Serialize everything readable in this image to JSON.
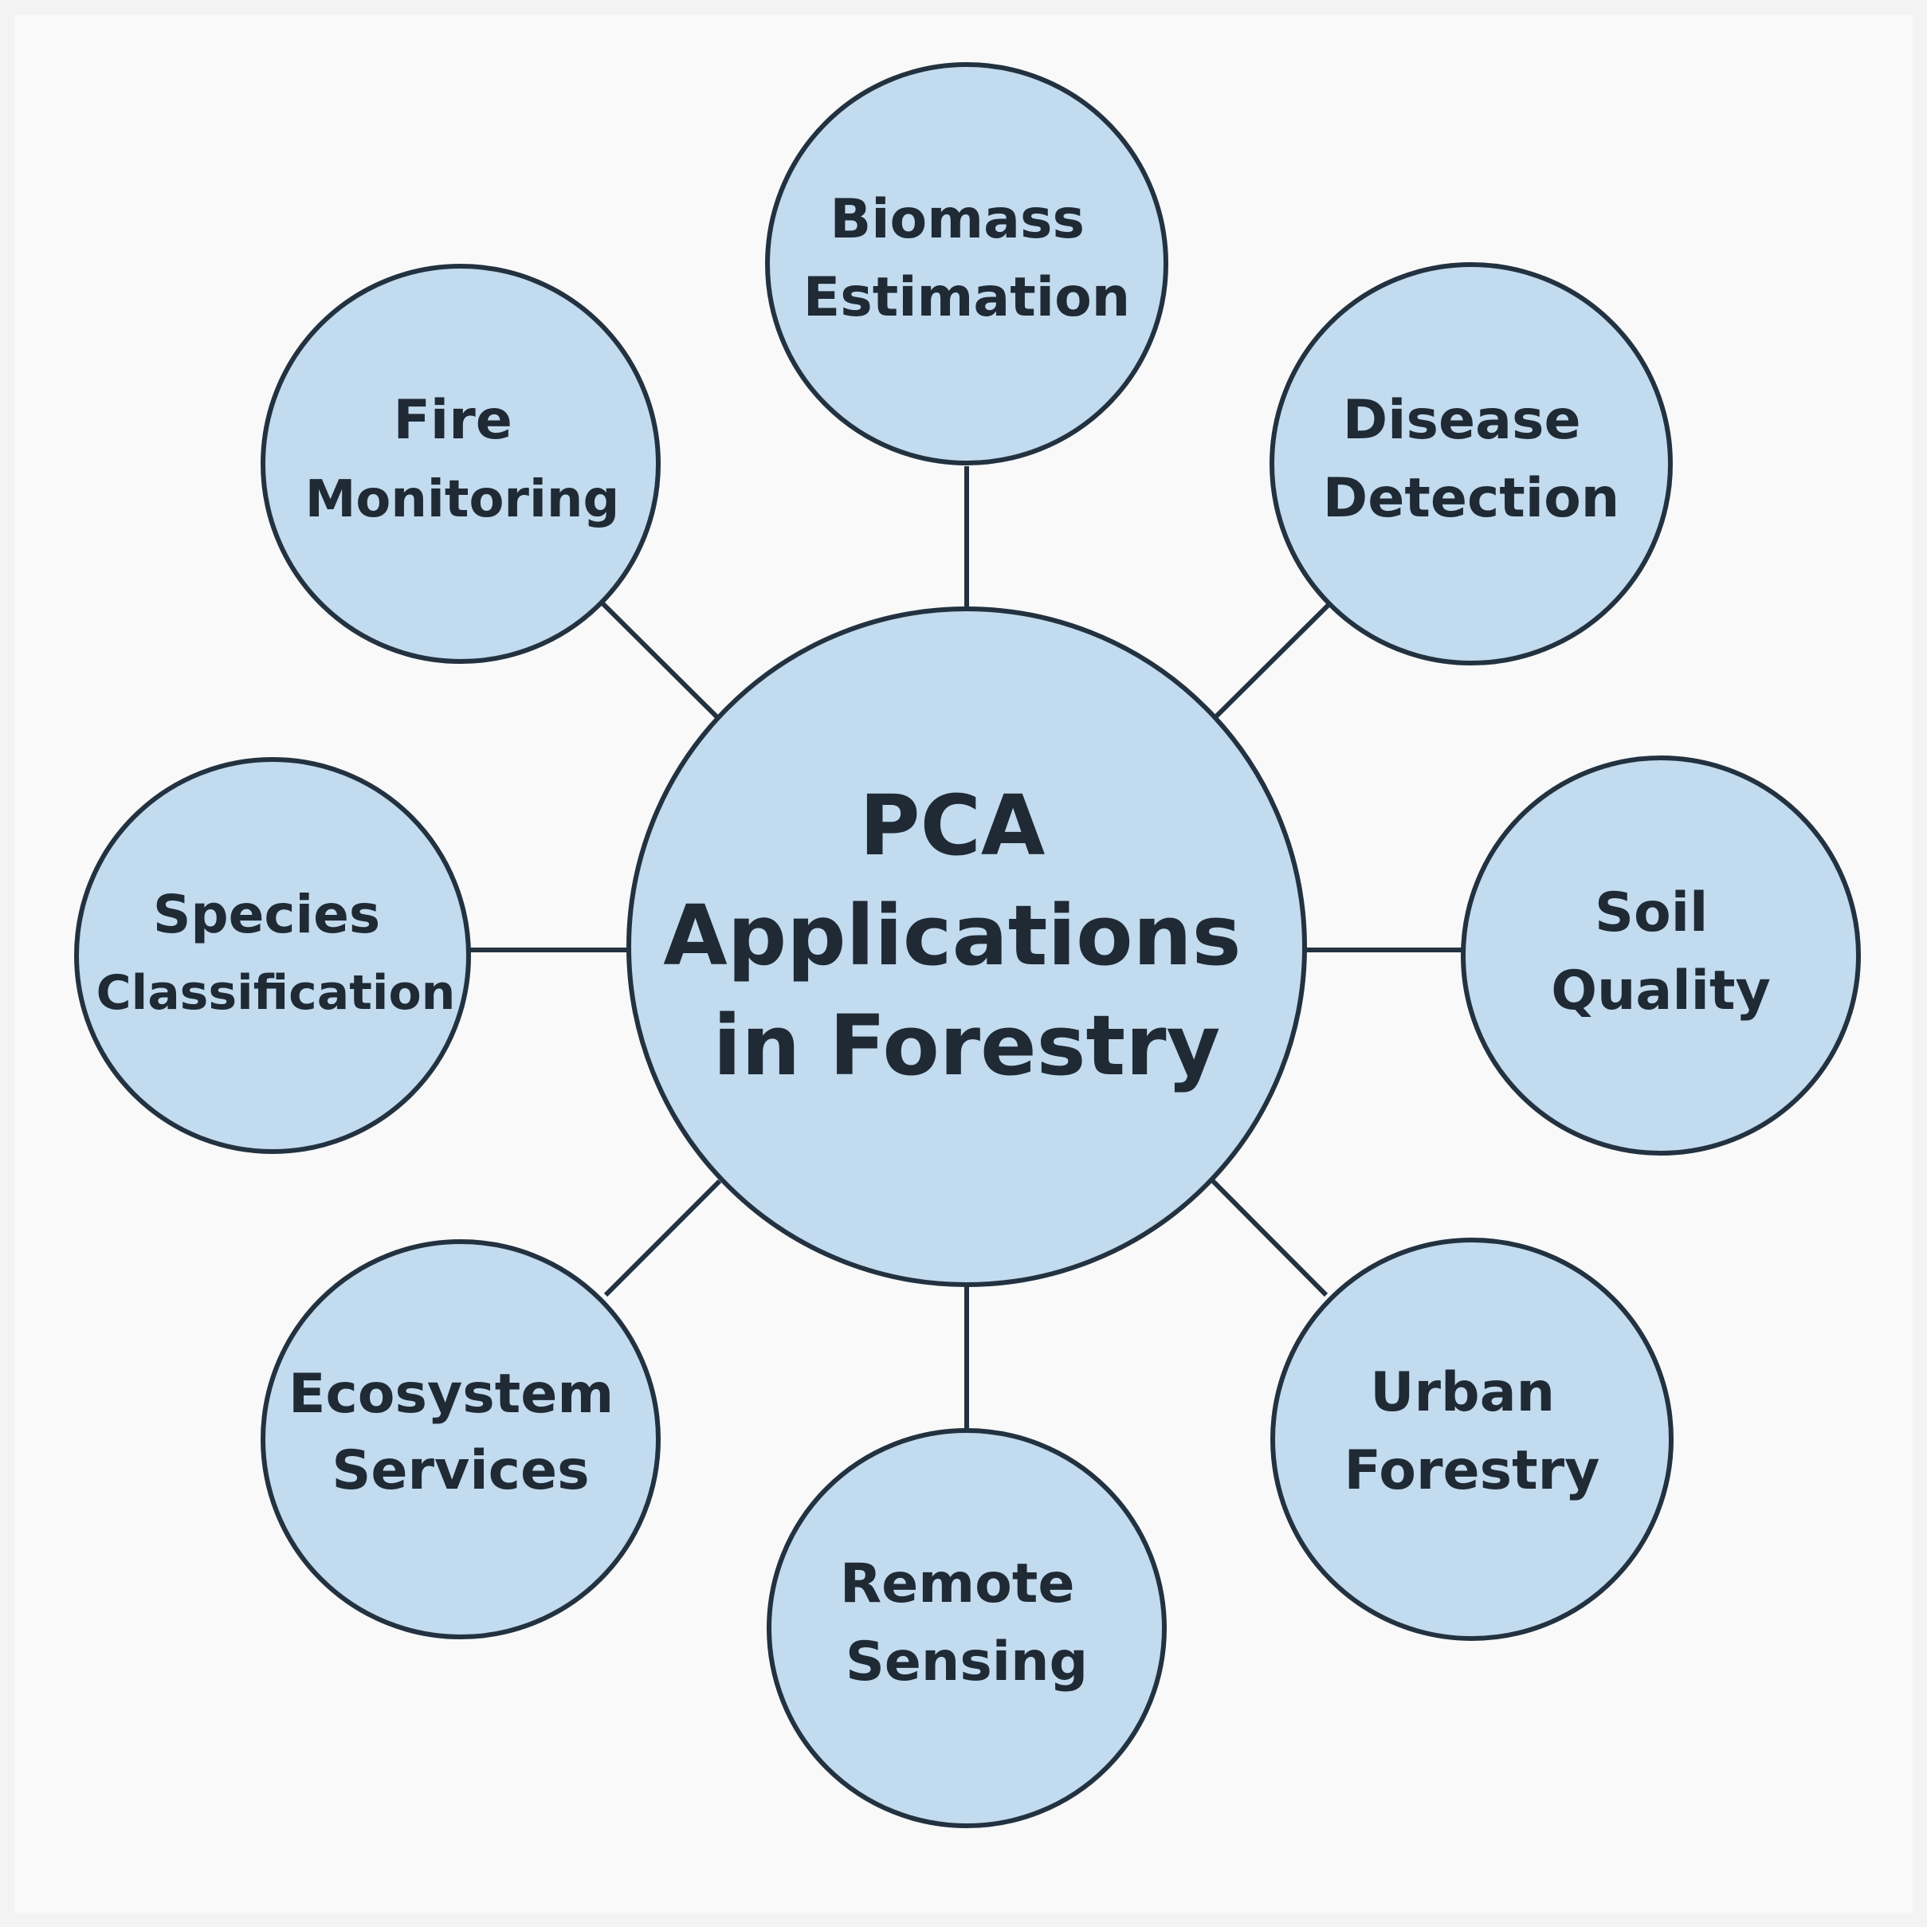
{
  "center": {
    "lines": [
      "PCA",
      "Applications",
      "in Forestry"
    ]
  },
  "nodes": [
    {
      "id": "biomass-estimation",
      "lines": [
        "Biomass",
        "Estimation"
      ]
    },
    {
      "id": "disease-detection",
      "lines": [
        "Disease",
        "Detection"
      ]
    },
    {
      "id": "soil-quality",
      "lines": [
        "Soil",
        "Quality"
      ]
    },
    {
      "id": "urban-forestry",
      "lines": [
        "Urban",
        "Forestry"
      ]
    },
    {
      "id": "remote-sensing",
      "lines": [
        "Remote",
        "Sensing"
      ]
    },
    {
      "id": "ecosystem-services",
      "lines": [
        "Ecosystem",
        "Services"
      ]
    },
    {
      "id": "species-classification",
      "lines": [
        "Species",
        "Classification"
      ]
    },
    {
      "id": "fire-monitoring",
      "lines": [
        "Fire",
        "Monitoring"
      ]
    }
  ],
  "colors": {
    "background": "#f9f9f9",
    "frame": "#f3f3f3",
    "node_fill": "#c2dbee",
    "stroke": "#233240",
    "text": "#1f2a35"
  }
}
